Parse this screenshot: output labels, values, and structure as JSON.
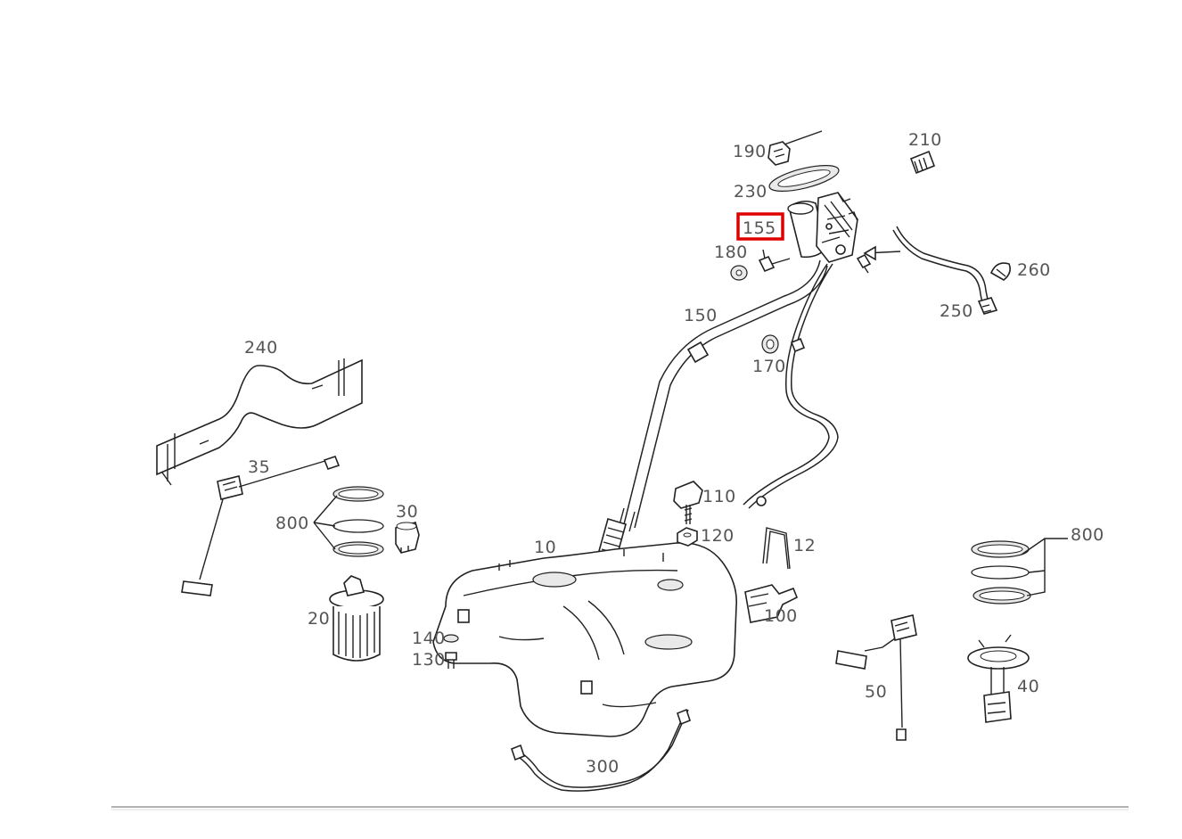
{
  "diagram": {
    "labels": {
      "p190": "190",
      "p210": "210",
      "p230": "230",
      "p155": "155",
      "p180": "180",
      "p260": "260",
      "p250": "250",
      "p150": "150",
      "p170": "170",
      "p240": "240",
      "p35": "35",
      "p30": "30",
      "p800a": "800",
      "p20": "20",
      "p10": "10",
      "p110": "110",
      "p120": "120",
      "p12": "12",
      "p100": "100",
      "p140": "140",
      "p130": "130",
      "p300": "300",
      "p800b": "800",
      "p50": "50",
      "p40": "40"
    },
    "highlighted_part": "155",
    "highlight_color": "#e00000"
  }
}
